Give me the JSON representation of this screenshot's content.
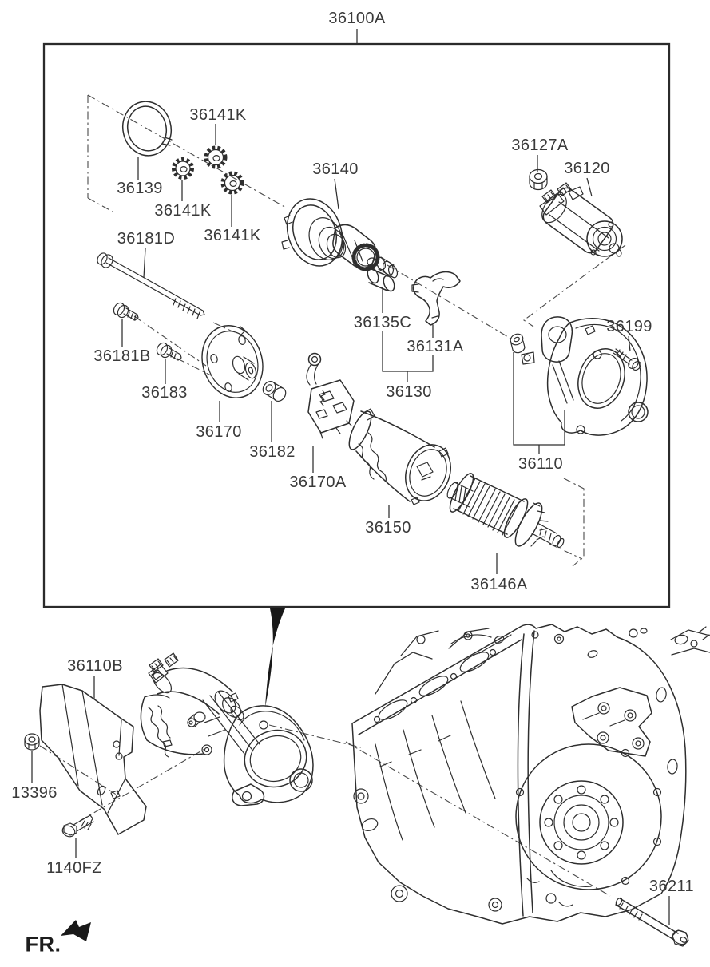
{
  "diagram": {
    "background": "#ffffff",
    "line_color": "#2e2e2e",
    "label_color": "#3a3a3a",
    "callouts": {
      "c36100a": "36100A",
      "c36141k_a": "36141K",
      "c36139": "36139",
      "c36141k_b": "36141K",
      "c36141k_c": "36141K",
      "c36140": "36140",
      "c36127a": "36127A",
      "c36120": "36120",
      "c36181d": "36181D",
      "c36135c": "36135C",
      "c36131a": "36131A",
      "c36130": "36130",
      "c36199": "36199",
      "c36181b": "36181B",
      "c36183": "36183",
      "c36170": "36170",
      "c36182": "36182",
      "c36170a": "36170A",
      "c36110": "36110",
      "c36150": "36150",
      "c36146a": "36146A",
      "c36110b": "36110B",
      "c13396": "13396",
      "c1140fz": "1140FZ",
      "c36211": "36211",
      "fr": "FR."
    }
  }
}
